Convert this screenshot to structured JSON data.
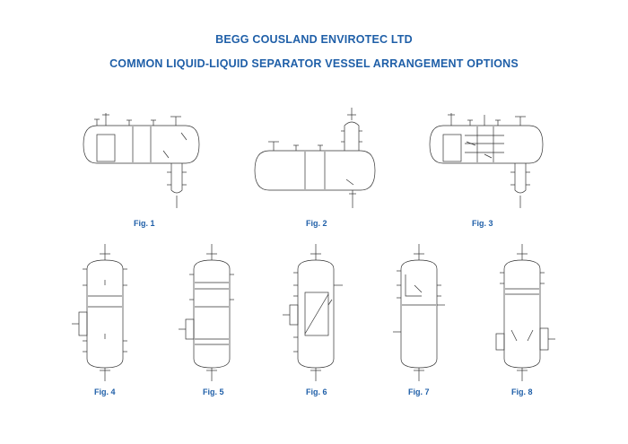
{
  "header": {
    "company": "BEGG COUSLAND ENVIROTEC LTD",
    "subtitle": "COMMON LIQUID-LIQUID SEPARATOR VESSEL ARRANGEMENT OPTIONS"
  },
  "figures": [
    {
      "label": "Fig. 1",
      "orientation": "horizontal"
    },
    {
      "label": "Fig. 2",
      "orientation": "horizontal"
    },
    {
      "label": "Fig. 3",
      "orientation": "horizontal"
    },
    {
      "label": "Fig. 4",
      "orientation": "vertical"
    },
    {
      "label": "Fig. 5",
      "orientation": "vertical"
    },
    {
      "label": "Fig. 6",
      "orientation": "vertical"
    },
    {
      "label": "Fig. 7",
      "orientation": "vertical"
    },
    {
      "label": "Fig. 8",
      "orientation": "vertical"
    }
  ],
  "colors": {
    "title": "#1f5fa8",
    "line": "#333333"
  }
}
